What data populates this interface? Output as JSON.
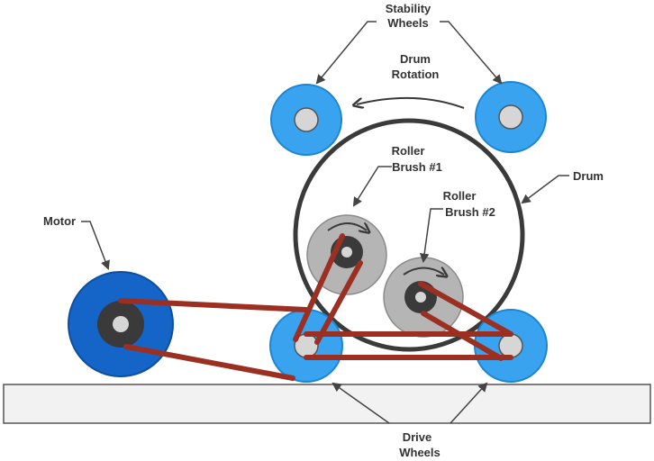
{
  "labels": {
    "stability_line1": "Stability",
    "stability_line2": "Wheels",
    "drum_rotation_line1": "Drum",
    "drum_rotation_line2": "Rotation",
    "roller1_line1": "Roller",
    "roller1_line2": "Brush #1",
    "roller2_line1": "Roller",
    "roller2_line2": "Brush #2",
    "drum": "Drum",
    "motor": "Motor",
    "drive_line1": "Drive",
    "drive_line2": "Wheels"
  },
  "colors": {
    "light_blue_wheel": "#3aa3f0",
    "dark_blue_motor": "#1565c8",
    "hub_light": "#d6d6d6",
    "hub_dark": "#3a3a3a",
    "roller_gray": "#b5b5b5",
    "belt": "#9a2f22",
    "drum_outline": "#3a3a3a",
    "ground_fill": "#f2f2f2",
    "leader_line": "#444444"
  },
  "icons": [
    "rotation-arrow-icon"
  ]
}
